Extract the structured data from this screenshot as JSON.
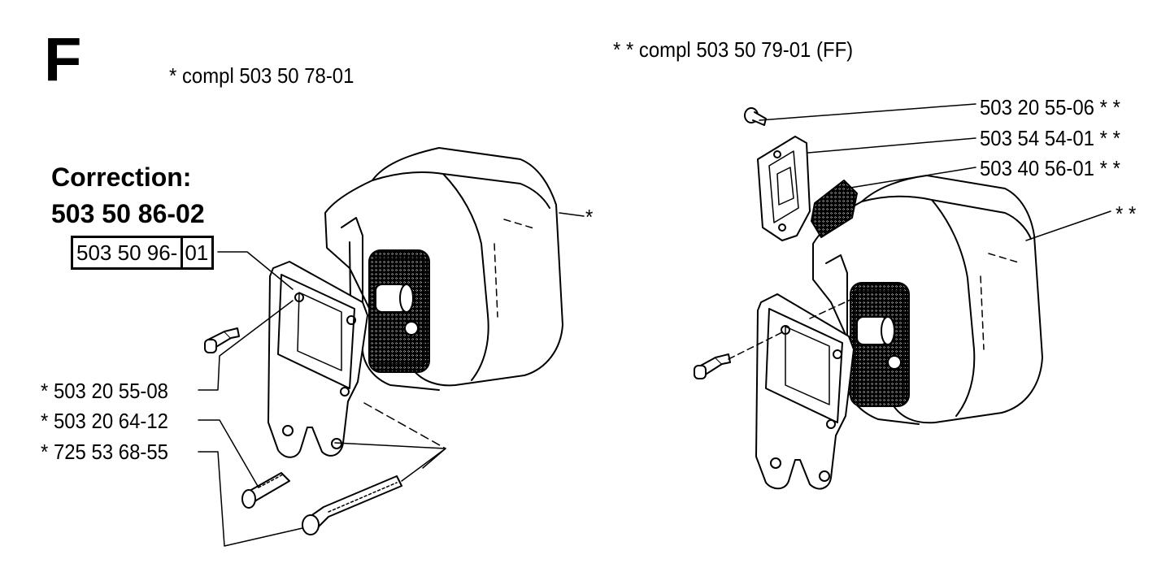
{
  "section": "F",
  "kit_note_left": "*  compl 503 50 78-01",
  "kit_note_right": "* *  compl 503 50 79-01 (FF)",
  "correction": {
    "heading": "Correction:",
    "number": "503 50 86-02",
    "boxed_left": "503 50 96-",
    "boxed_right": "01"
  },
  "labels_left": [
    "*  503 20 55-08",
    "*  503 20 64-12",
    "*  725 53 68-55"
  ],
  "muffler_left_mark": "*",
  "labels_right": [
    "503 20 55-06  * *",
    "503 54 54-01  * *",
    "503 40 56-01  * *"
  ],
  "muffler_right_mark": "* *",
  "colors": {
    "ink": "#000000",
    "paper": "#ffffff"
  }
}
